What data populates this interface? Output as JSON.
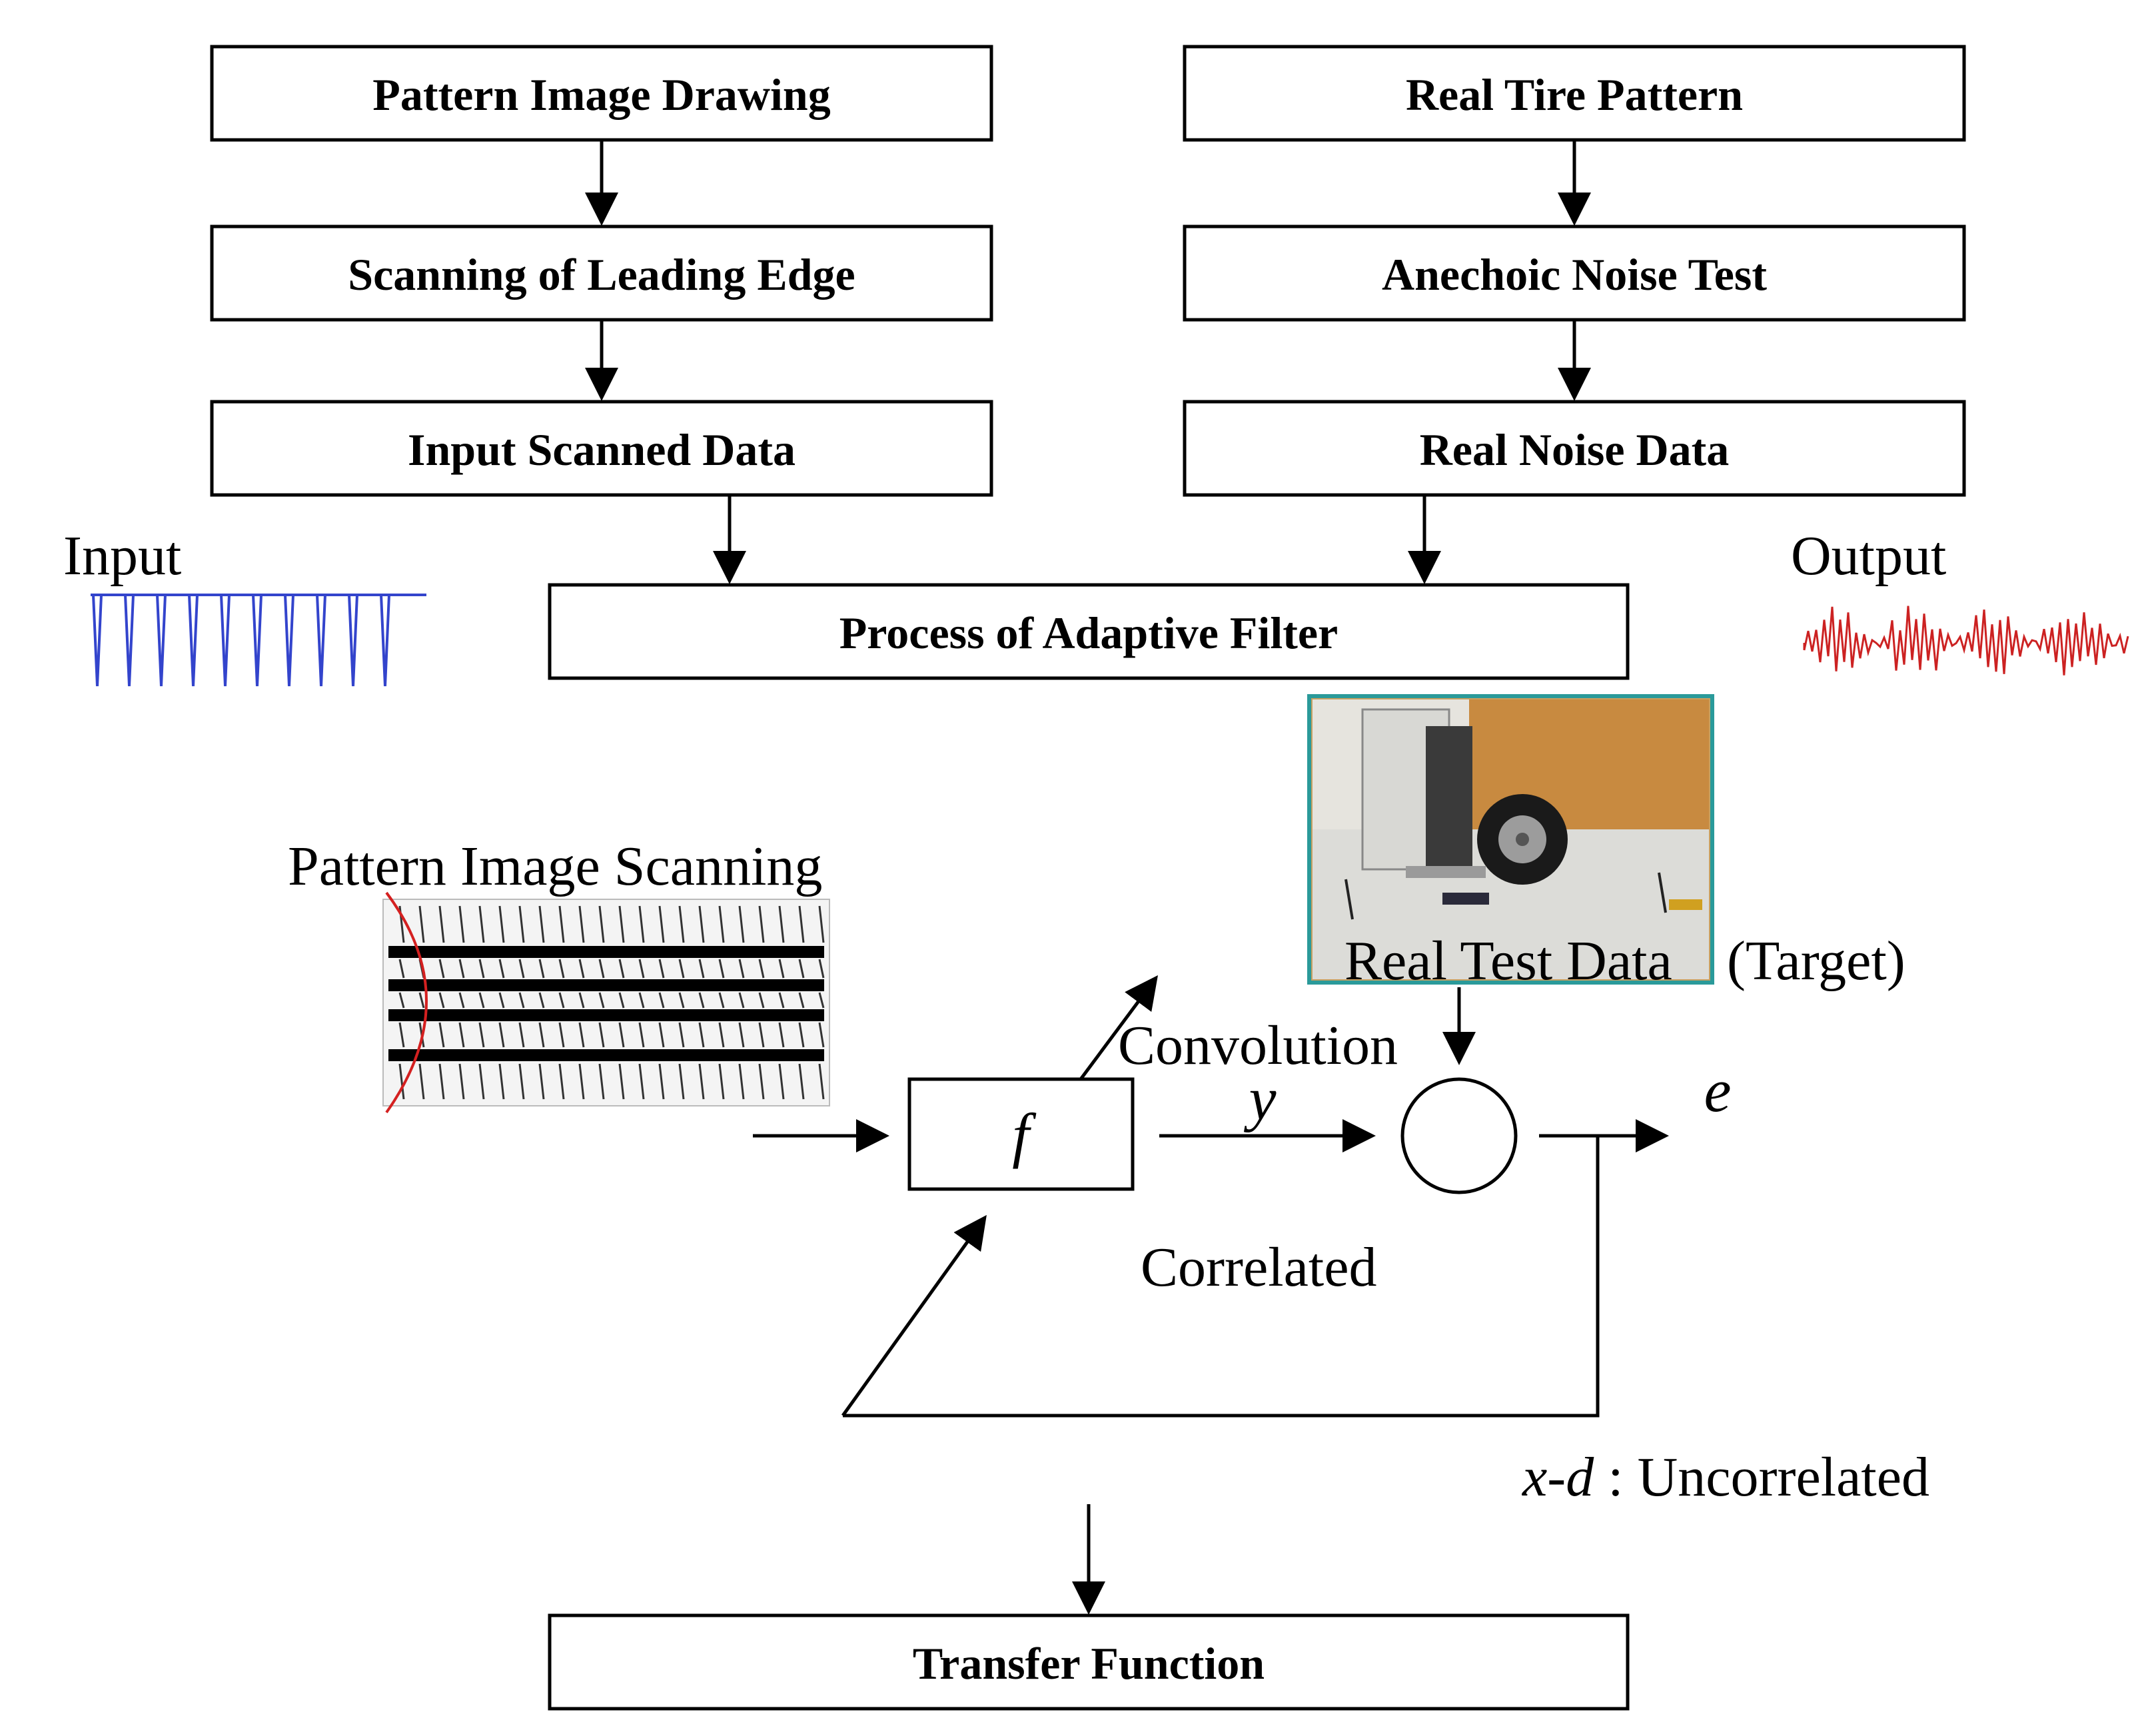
{
  "boxes": {
    "pattern_image_drawing": "Pattern Image Drawing",
    "scanning_leading_edge": "Scanning of Leading Edge",
    "input_scanned_data": "Input Scanned Data",
    "real_tire_pattern": "Real Tire Pattern",
    "anechoic_noise_test": "Anechoic Noise Test",
    "real_noise_data": "Real Noise Data",
    "process_adaptive_filter": "Process of Adaptive Filter",
    "transfer_function": "Transfer Function"
  },
  "labels": {
    "input": "Input",
    "output": "Output",
    "pattern_image_scanning": "Pattern Image Scanning",
    "real_test_data": "Real Test Data",
    "target": "(Target)",
    "convolution": "Convolution",
    "correlated": "Correlated",
    "uncorrelated_prefix": "x-d",
    "uncorrelated_text": " : Uncorrelated",
    "filter_symbol": "f",
    "y_symbol": "y",
    "e_symbol": "e"
  },
  "colors": {
    "input_signal": "#3344cc",
    "output_signal": "#cc2222",
    "photo_border": "#2a9a9a",
    "scan_arc": "#d42020"
  }
}
